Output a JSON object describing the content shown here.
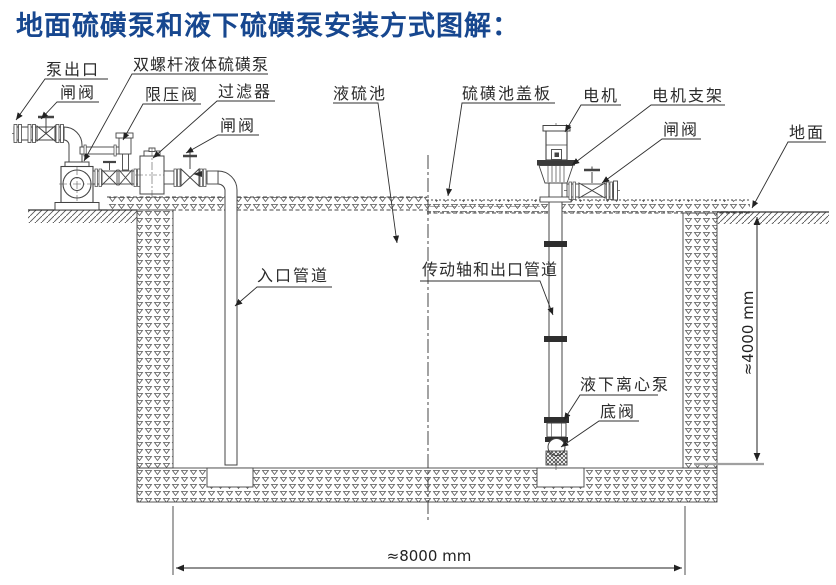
{
  "title": "地面硫磺泵和液下硫磺泵安装方式图解：",
  "colors": {
    "title_blue": "#17478f",
    "linework": "#444444",
    "label_text": "#2b2b2b",
    "floor_level_line_gray": "#a0a0a0",
    "background": "#ffffff"
  },
  "labels": {
    "pump_outlet": "泵出口",
    "gate_valve_left": "闸阀",
    "twin_screw_pump": "双螺杆液体硫磺泵",
    "pressure_relief_valve": "限压阀",
    "filter": "过滤器",
    "gate_valve_suction": "闸阀",
    "liquid_sulfur_pool": "液硫池",
    "pool_cover_plate": "硫磺池盖板",
    "motor": "电机",
    "motor_bracket": "电机支架",
    "gate_valve_discharge": "闸阀",
    "ground": "地面",
    "inlet_pipe": "入口管道",
    "drive_shaft_outlet_pipe": "传动轴和出口管道",
    "submerged_centrifugal_pump": "液下离心泵",
    "bottom_valve": "底阀"
  },
  "dimensions": {
    "pool_depth": "≈4000 mm",
    "pool_width": "≈8000 mm"
  }
}
